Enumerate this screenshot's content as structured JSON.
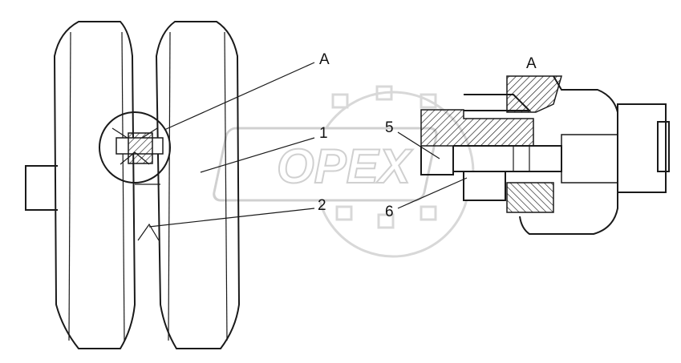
{
  "watermark": {
    "text": "OPEX"
  },
  "callouts": {
    "detail_left": "A",
    "detail_right": "A",
    "item_1": "1",
    "item_2": "2",
    "item_5": "5",
    "item_6": "6"
  }
}
